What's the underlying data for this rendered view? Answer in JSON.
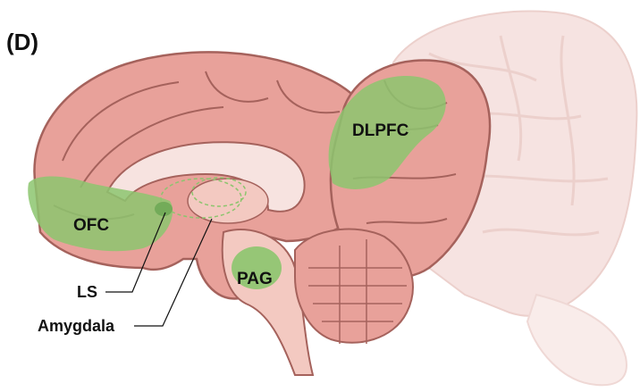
{
  "panel_label": "(D)",
  "regions": {
    "dlpfc": "DLPFC",
    "ofc": "OFC",
    "pag": "PAG"
  },
  "callouts": {
    "ls": "LS",
    "amygdala": "Amygdala"
  },
  "colors": {
    "highlight": "#8cc56e",
    "cortex": "#e8a19a",
    "cortex_light": "#f3c9c1",
    "outline": "#a5625c",
    "faded_hemisphere": "#f6e3e1"
  }
}
